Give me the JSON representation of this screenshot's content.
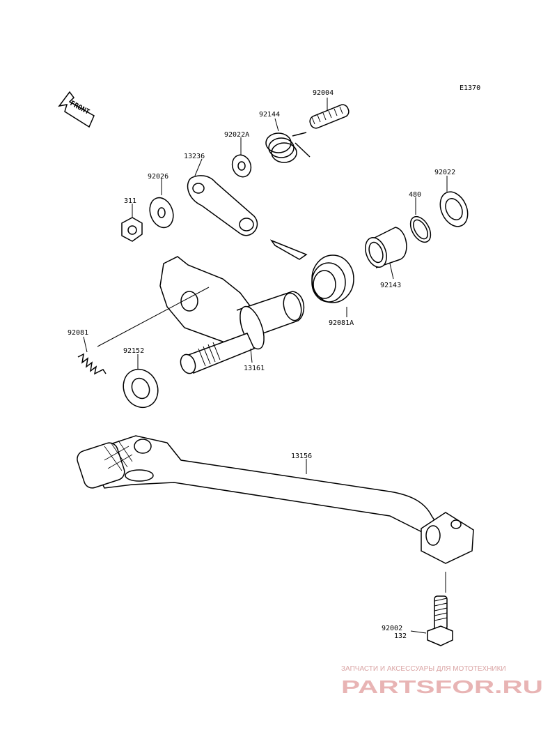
{
  "diagram_code": "E1370",
  "front_label": "FRONT",
  "parts": {
    "p92004": "92004",
    "p92144": "92144",
    "p92022A": "92022A",
    "p13236": "13236",
    "p92026": "92026",
    "p311": "311",
    "p92022": "92022",
    "p480": "480",
    "p92143": "92143",
    "p92081A": "92081A",
    "p92081": "92081",
    "p92152": "92152",
    "p13161": "13161",
    "p13156": "13156",
    "p92002": "92002",
    "p132": "132"
  },
  "watermark": {
    "tagline": "ЗАПЧАСТИ И АКСЕССУАРЫ ДЛЯ МОТОТЕХНИКИ",
    "brand": "PARTSFOR.RU"
  }
}
